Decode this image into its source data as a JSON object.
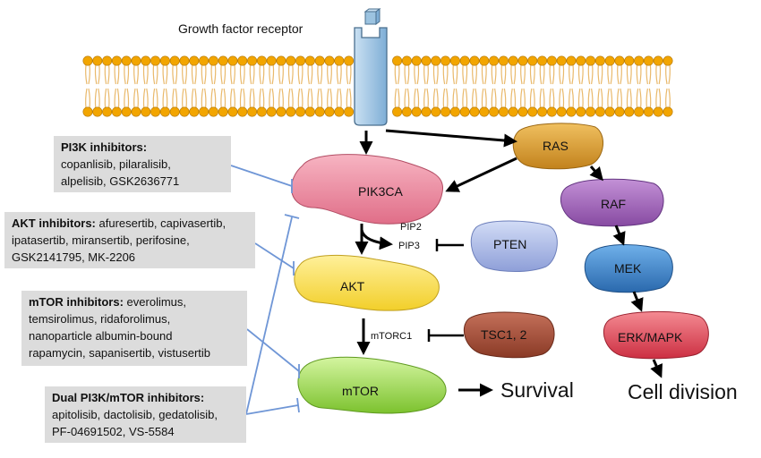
{
  "title": "Growth factor receptor",
  "nodes": {
    "pik3ca": "PIK3CA",
    "akt": "AKT",
    "mtor": "mTOR",
    "pten": "PTEN",
    "tsc": "TSC1, 2",
    "ras": "RAS",
    "raf": "RAF",
    "mek": "MEK",
    "erk": "ERK/MAPK"
  },
  "metabolites": {
    "pip2": "PIP2",
    "pip3": "PIP3",
    "mtorc1": "mTORC1"
  },
  "outcomes": {
    "survival": "Survival",
    "division": "Cell division"
  },
  "inhibitors": {
    "pi3k": {
      "heading": "PI3K inhibitors:",
      "line1": "copanlisib, pilaralisib,",
      "line2": "alpelisib, GSK2636771"
    },
    "akt": {
      "heading": "AKT inhibitors:",
      "line1": " afuresertib, capivasertib,",
      "line2": "ipatasertib, miransertib, perifosine,",
      "line3": "GSK2141795, MK-2206"
    },
    "mtor": {
      "heading": "mTOR inhibitors:",
      "line1": " everolimus,",
      "line2": "temsirolimus, ridaforolimus,",
      "line3": "nanoparticle albumin-bound",
      "line4": "rapamycin, sapanisertib, vistusertib"
    },
    "dual": {
      "heading": "Dual PI3K/mTOR inhibitors:",
      "line1": "apitolisib, dactolisib, gedatolisib,",
      "line2": "PF-04691502, VS-5584"
    }
  },
  "colors": {
    "membrane_head": "#f2a500",
    "membrane_tail": "#e9b96b",
    "receptor": "#9cc3e0",
    "pik3ca": "#f08aa0",
    "akt": "#f8dc40",
    "mtor": "#9ed54a",
    "pten": "#a9b8e6",
    "tsc": "#a24a33",
    "ras": "#d89a2c",
    "raf": "#9a5bb2",
    "mek": "#3a7fc3",
    "erk": "#e04a5a",
    "inhibitor_line": "#6f96d6",
    "box": "#dcdcdc"
  }
}
